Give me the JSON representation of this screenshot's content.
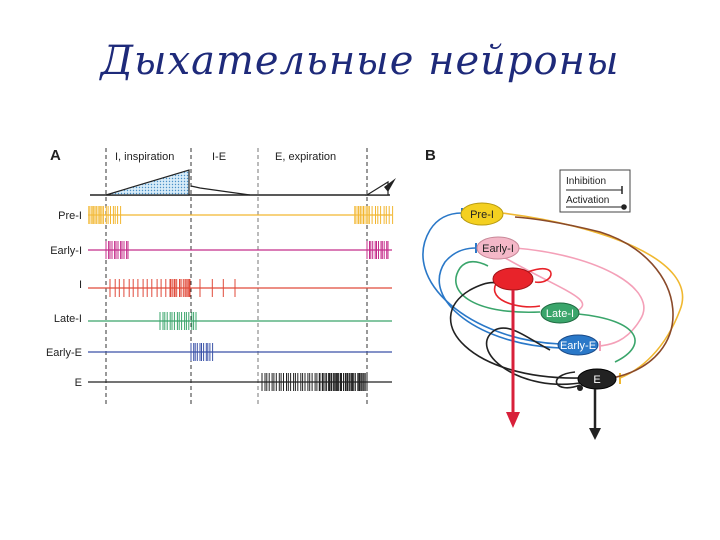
{
  "slide": {
    "title": "Дыхательные нейроны"
  },
  "panel_a": {
    "letter": "A",
    "phases": [
      "I, inspiration",
      "I-E",
      "E, expiration"
    ],
    "rows": [
      {
        "label": "Pre-I",
        "color": "#f2b630"
      },
      {
        "label": "Early-I",
        "color": "#c42d8a"
      },
      {
        "label": "I",
        "color": "#e04a3a"
      },
      {
        "label": "Late-I",
        "color": "#3aa56b"
      },
      {
        "label": "Early-E",
        "color": "#3a52a8"
      },
      {
        "label": "E",
        "color": "#222222"
      }
    ]
  },
  "panel_b": {
    "letter": "B",
    "legend": {
      "inhibition": "Inhibition",
      "activation": "Activation"
    },
    "nodes": [
      {
        "label": "Pre-I",
        "color": "#f4d020"
      },
      {
        "label": "Early-I",
        "color": "#f4b8c8"
      },
      {
        "label": "",
        "color": "#e8232a"
      },
      {
        "label": "Late-I",
        "color": "#3aa56b"
      },
      {
        "label": "Early-E",
        "color": "#2a78c8"
      },
      {
        "label": "E",
        "color": "#222222"
      }
    ]
  }
}
